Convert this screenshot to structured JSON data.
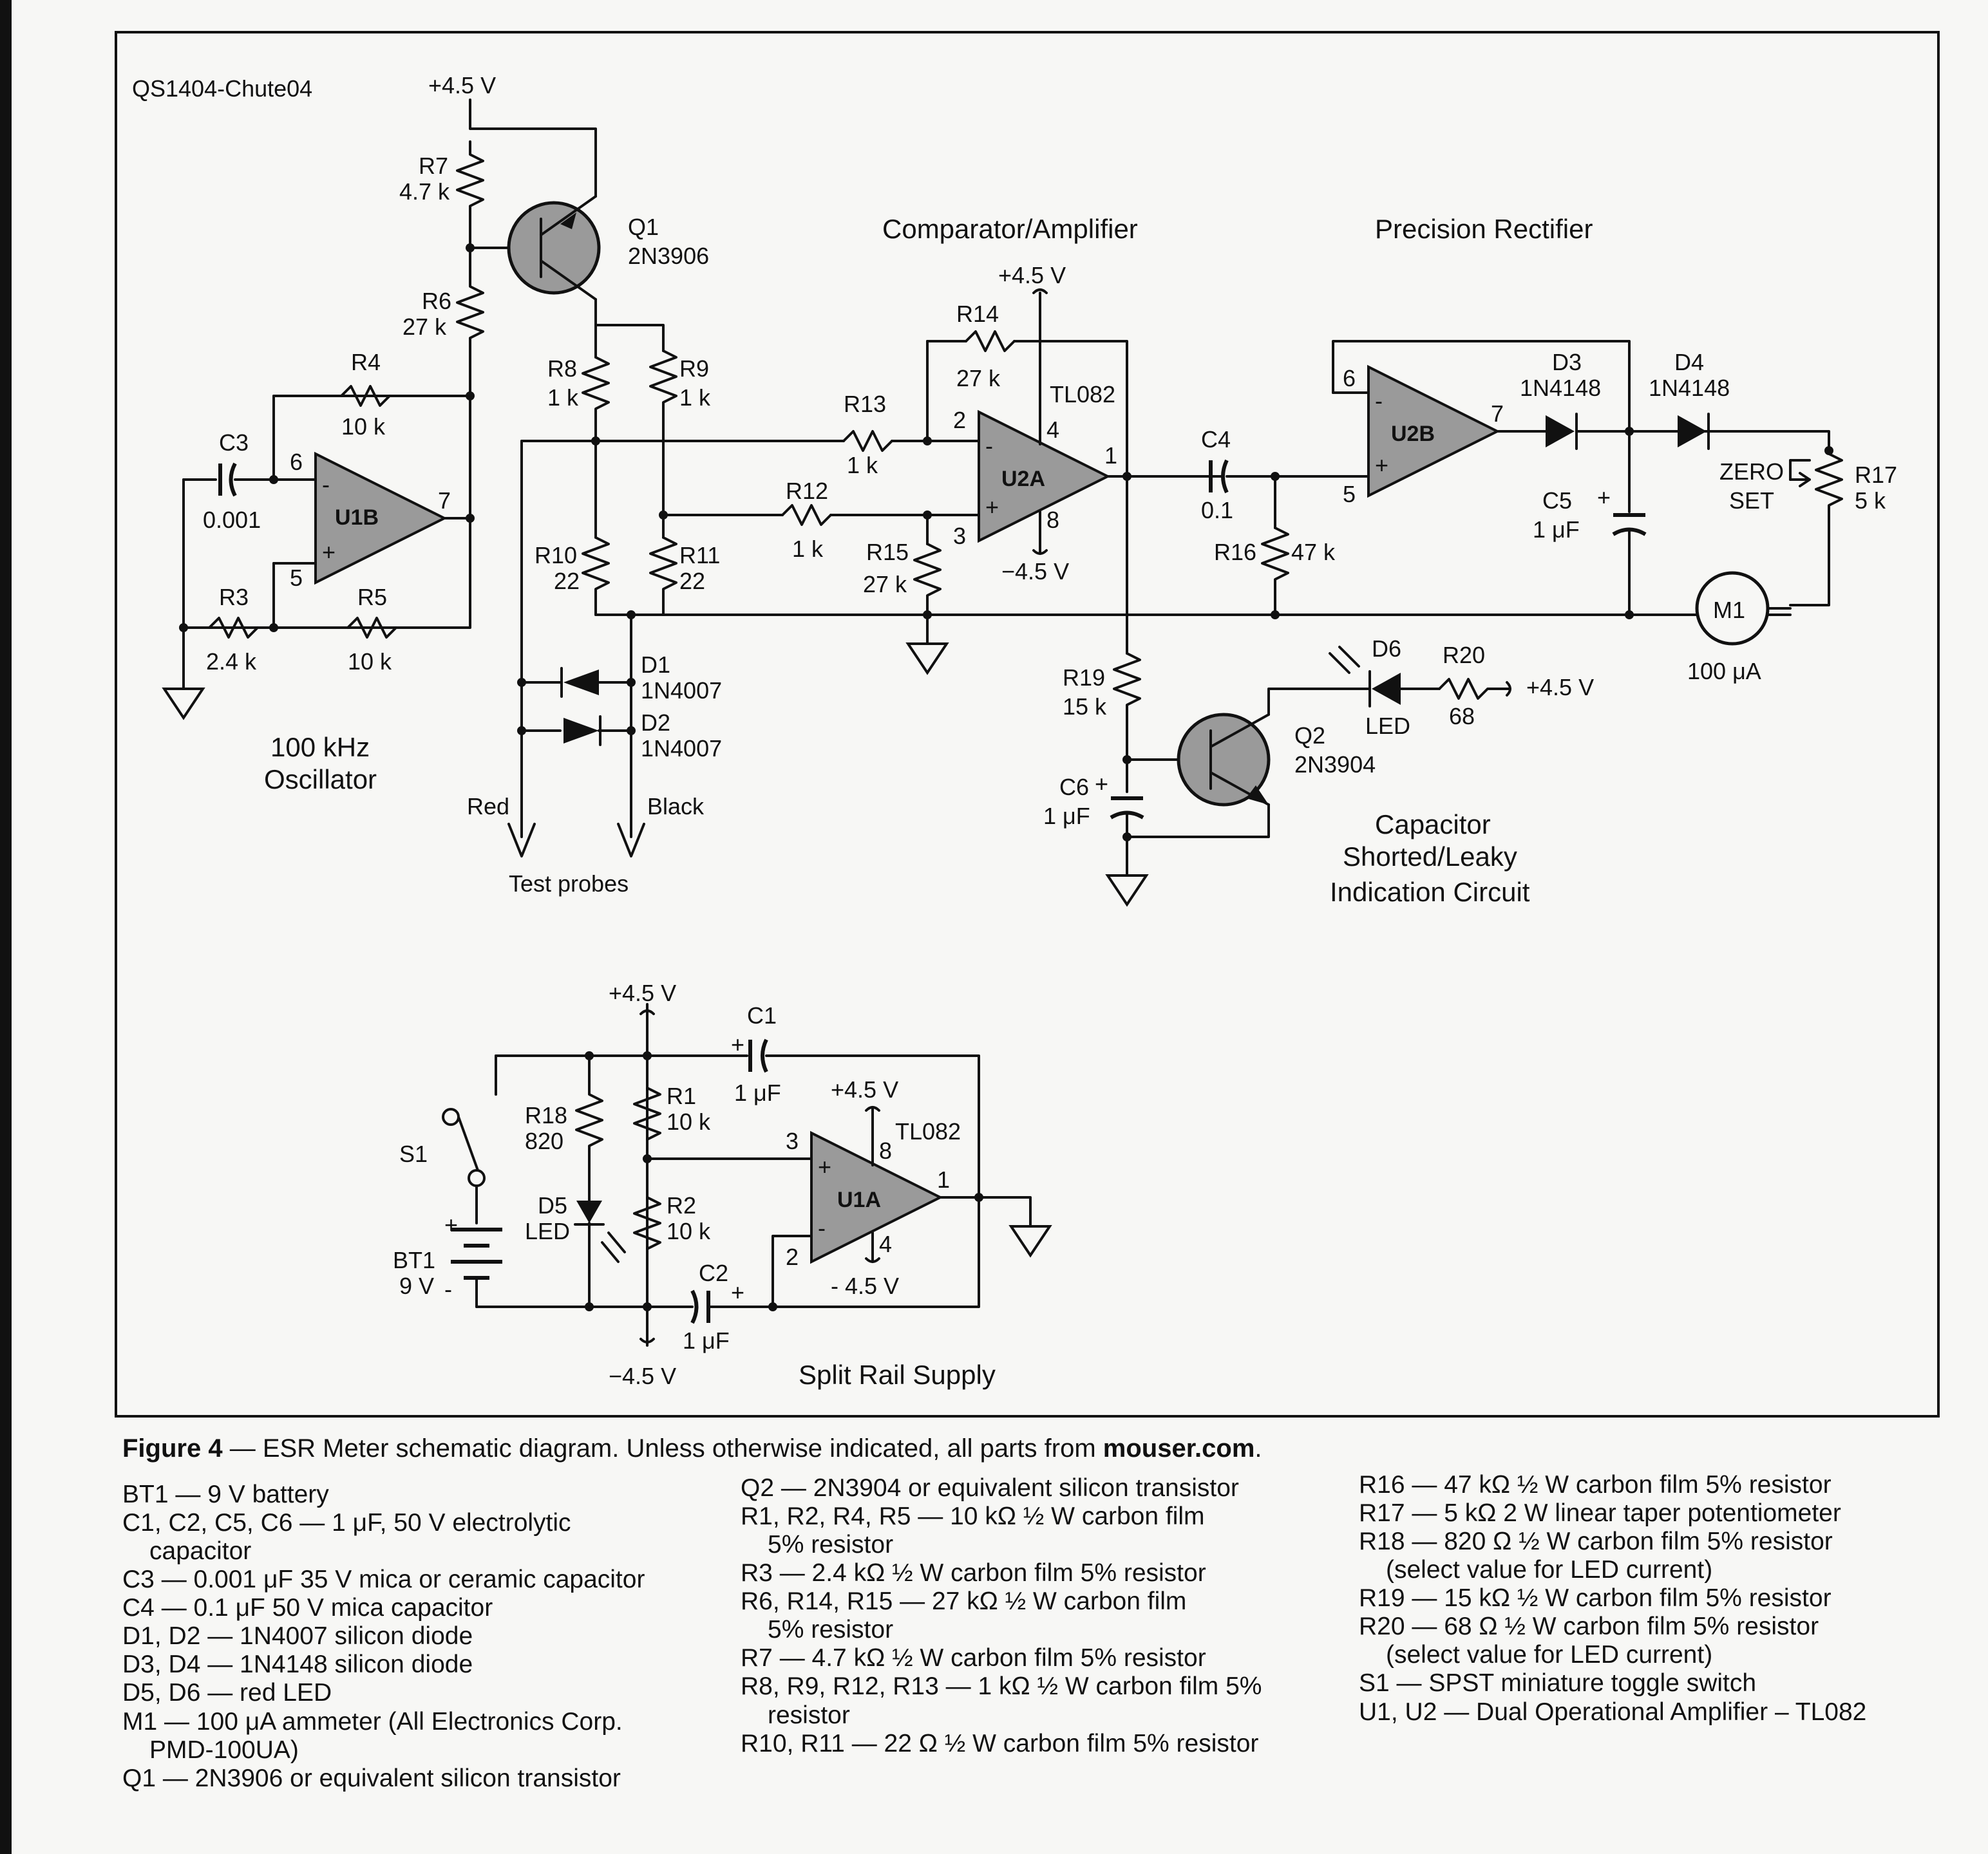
{
  "schematic": {
    "id_label": "QS1404-Chute04",
    "sections": {
      "oscillator": [
        "100 kHz",
        "Oscillator"
      ],
      "comparator": "Comparator/Amplifier",
      "rectifier": "Precision Rectifier",
      "indicator": [
        "Capacitor",
        "Shorted/Leaky",
        "Indication Circuit"
      ],
      "supply": "Split Rail Supply",
      "test_probes": "Test probes"
    },
    "rails": {
      "pos": "+4.5 V",
      "neg": "−4.5 V",
      "neg_alt": "- 4.5 V"
    },
    "opamps": {
      "u1b": "U1B",
      "u2a": "U2A",
      "u2b": "U2B",
      "u1a": "U1A",
      "tl082": "TL082"
    },
    "components": {
      "r7": [
        "R7",
        "4.7 k"
      ],
      "r6": [
        "R6",
        "27 k"
      ],
      "r4": [
        "R4",
        "10 k"
      ],
      "r3": [
        "R3",
        "2.4 k"
      ],
      "r5": [
        "R5",
        "10 k"
      ],
      "c3": [
        "C3",
        "0.001"
      ],
      "q1": [
        "Q1",
        "2N3906"
      ],
      "r8": [
        "R8",
        "1 k"
      ],
      "r9": [
        "R9",
        "1 k"
      ],
      "r10": [
        "R10",
        "22"
      ],
      "r11": [
        "R11",
        "22"
      ],
      "d1": [
        "D1",
        "1N4007"
      ],
      "d2": [
        "D2",
        "1N4007"
      ],
      "probe_red": "Red",
      "probe_black": "Black",
      "r13": [
        "R13",
        "1 k"
      ],
      "r12": [
        "R12",
        "1 k"
      ],
      "r14": [
        "R14",
        "27 k"
      ],
      "r15": [
        "R15",
        "27 k"
      ],
      "c4": [
        "C4",
        "0.1"
      ],
      "r16": [
        "R16",
        "47 k"
      ],
      "d3": [
        "D3",
        "1N4148"
      ],
      "d4": [
        "D4",
        "1N4148"
      ],
      "c5": [
        "C5",
        "1 μF"
      ],
      "r17": [
        "R17",
        "5 k"
      ],
      "zero": [
        "ZERO",
        "SET"
      ],
      "m1": [
        "M1",
        "100 μA"
      ],
      "r19": [
        "R19",
        "15 k"
      ],
      "c6": [
        "C6",
        "1 μF"
      ],
      "q2": [
        "Q2",
        "2N3904"
      ],
      "d6": [
        "D6",
        "LED"
      ],
      "r20": [
        "R20",
        "68"
      ],
      "c1": [
        "C1",
        "1 μF"
      ],
      "r1": [
        "R1",
        "10 k"
      ],
      "r2": [
        "R2",
        "10 k"
      ],
      "r18": [
        "R18",
        "820"
      ],
      "d5": [
        "D5",
        "LED"
      ],
      "s1": "S1",
      "bt1": [
        "BT1",
        "9 V"
      ],
      "c2": [
        "C2",
        "1 μF"
      ]
    },
    "pins": {
      "u1b": [
        "6",
        "5",
        "7"
      ],
      "u2a": [
        "2",
        "3",
        "1",
        "4",
        "8"
      ],
      "u2b": [
        "6",
        "5",
        "7"
      ],
      "u1a": [
        "3",
        "2",
        "1",
        "8",
        "4"
      ]
    },
    "polarity": {
      "plus": "+",
      "minus": "-"
    }
  },
  "caption": {
    "figure": "Figure 4",
    "text": " — ESR Meter schematic diagram. Unless otherwise indicated, all parts from ",
    "source": "mouser.com",
    "end": "."
  },
  "parts_list": {
    "col1": [
      "BT1 — 9 V battery",
      "C1, C2, C5, C6 — 1 μF, 50 V electrolytic",
      "capacitor",
      "C3 — 0.001 μF 35 V mica or ceramic capacitor",
      "C4 — 0.1 μF 50 V mica capacitor",
      "D1, D2 — 1N4007 silicon diode",
      "D3, D4 — 1N4148 silicon diode",
      "D5, D6 — red LED",
      "M1 — 100 μA ammeter (All Electronics Corp.",
      "PMD-100UA)",
      "Q1 — 2N3906 or equivalent silicon transistor"
    ],
    "col2": [
      "Q2 — 2N3904 or equivalent silicon transistor",
      "R1, R2, R4, R5 — 10 kΩ ½ W carbon film",
      "5% resistor",
      "R3 — 2.4 kΩ ½ W carbon film 5% resistor",
      "R6, R14, R15 — 27 kΩ ½ W carbon film",
      "5% resistor",
      "R7 — 4.7 kΩ ½ W carbon film 5% resistor",
      "R8, R9, R12, R13 — 1 kΩ ½ W carbon film 5%",
      "resistor",
      "R10, R11 — 22 Ω ½ W carbon film 5% resistor"
    ],
    "col3": [
      "R16 — 47 kΩ ½ W carbon film 5% resistor",
      "R17 — 5 kΩ 2 W linear taper potentiometer",
      "R18 — 820 Ω ½ W carbon film 5% resistor",
      "(select value for LED current)",
      "R19 — 15 kΩ ½ W carbon film 5% resistor",
      "R20 — 68 Ω ½ W carbon film 5% resistor",
      "(select value for LED current)",
      "S1 — SPST miniature toggle switch",
      "U1, U2 — Dual Operational Amplifier – TL082"
    ]
  }
}
